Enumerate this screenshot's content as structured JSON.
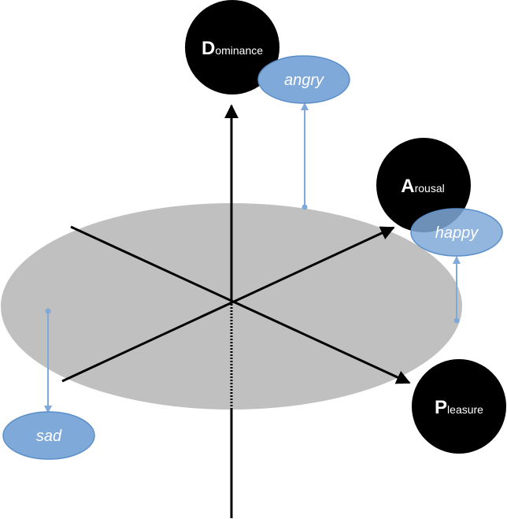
{
  "diagram": {
    "axes": {
      "dominance": {
        "initial": "D",
        "rest": "ominance"
      },
      "arousal": {
        "initial": "A",
        "rest": "rousal"
      },
      "pleasure": {
        "initial": "P",
        "rest": "leasure"
      }
    },
    "emotions": {
      "angry": "angry",
      "happy": "happy",
      "sad": "sad"
    },
    "colors": {
      "plane": "#c0c0c0",
      "axis": "#000000",
      "node": "#000000",
      "emotion_fill": "#7fa9d8",
      "emotion_stroke": "#5b8fc9",
      "connector": "#7fa9d8"
    }
  }
}
